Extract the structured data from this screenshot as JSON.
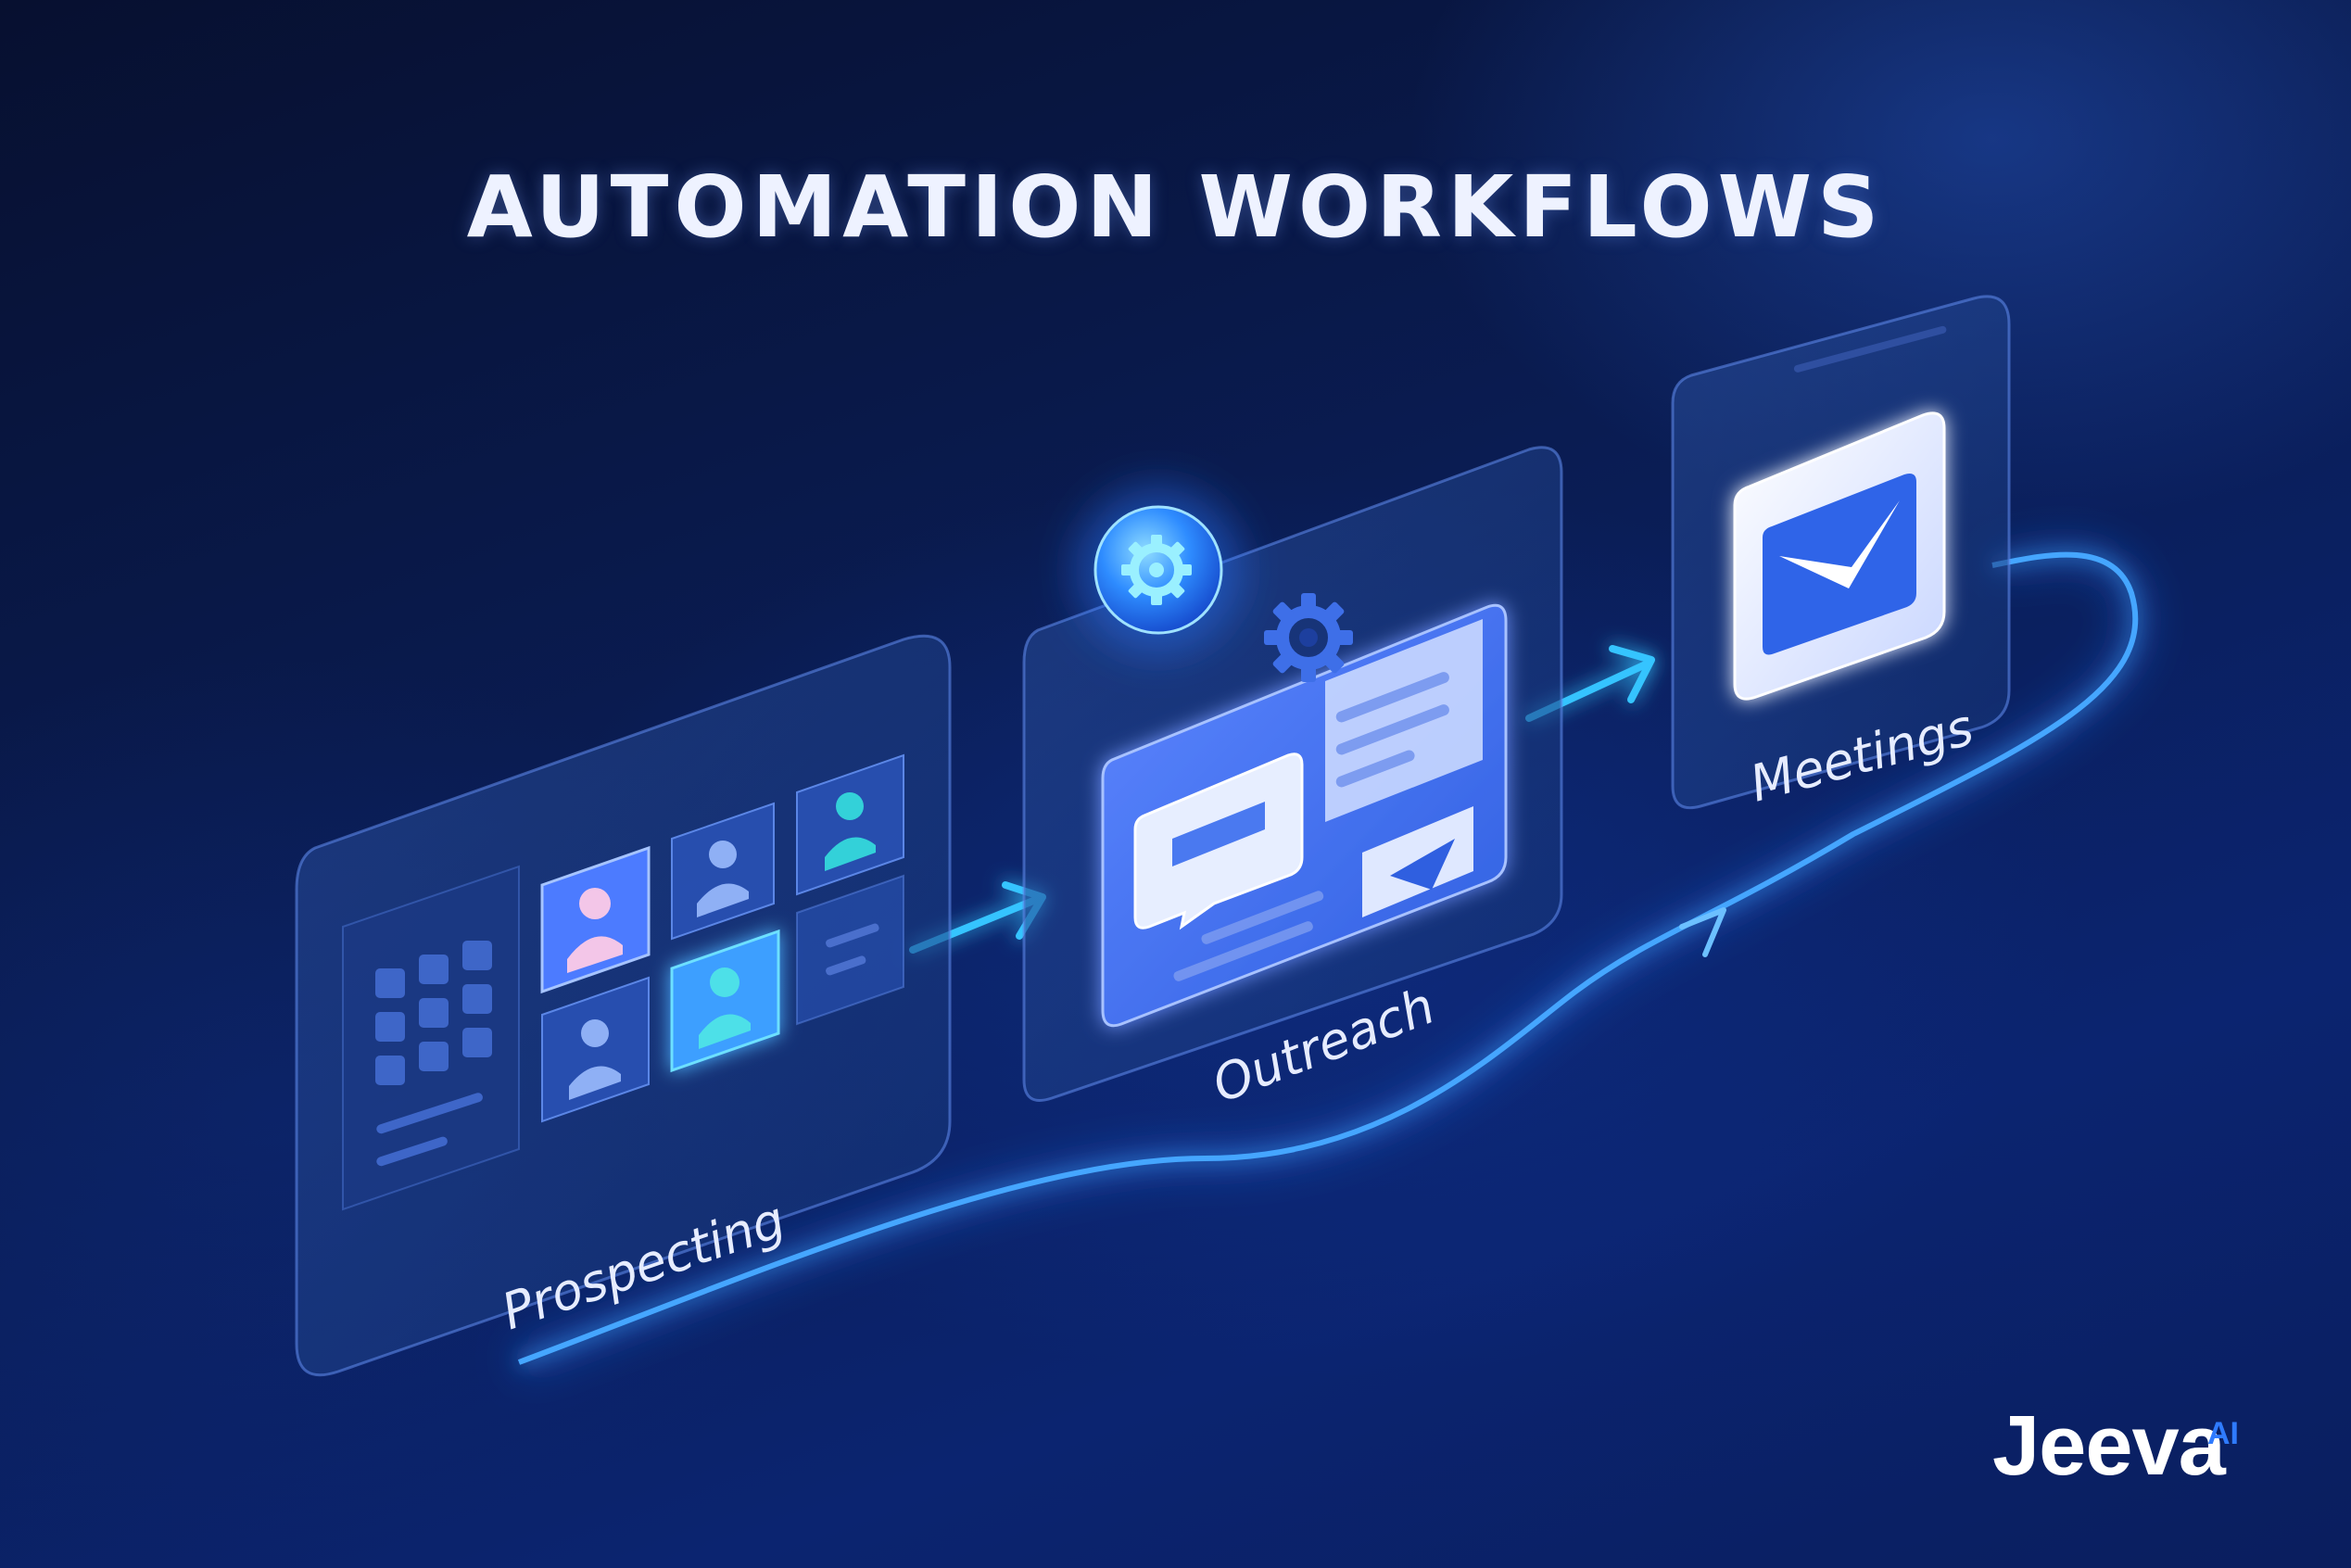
{
  "title": "AUTOMATION WORKFLOWS",
  "stages": [
    {
      "label": "Prospecting",
      "icon": "contact-grid-icon"
    },
    {
      "label": "Outreach",
      "icon": "chat-message-icon"
    },
    {
      "label": "Meetings",
      "icon": "check-envelope-icon"
    }
  ],
  "logo": {
    "word": "Jeeva",
    "suffix": "AI"
  },
  "colors": {
    "background": "#061338",
    "accent": "#2f7bff",
    "glow": "#3aa0ff",
    "teal": "#2fd4e0",
    "text": "#eef2ff"
  }
}
